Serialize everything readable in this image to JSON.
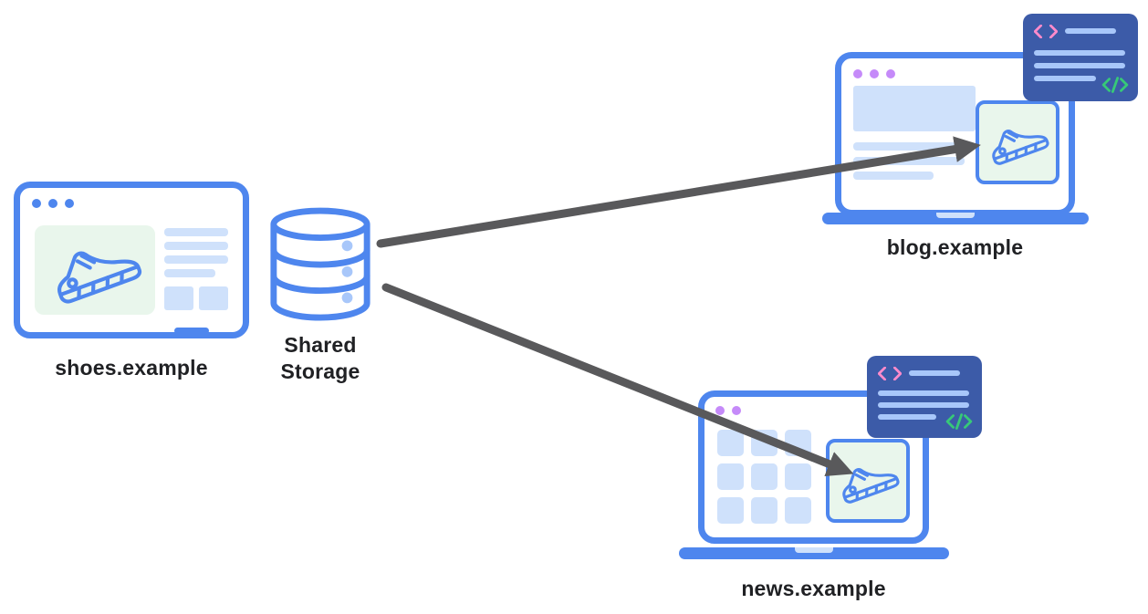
{
  "diagram": {
    "title": "Shared Storage cross-site diagram",
    "colors": {
      "canvas": "#FFFFFF",
      "blue": "#4E86EE",
      "light_blue": "#CFE1FB",
      "pale_dot": "#A8C7FA",
      "green_bg": "#E9F6EC",
      "purple": "#C58AF9",
      "arrow": "#59595B",
      "card_bg": "#3C5BA8",
      "card_line": "#A8C7FA",
      "pink": "#FF8BCB",
      "code_green": "#37C978",
      "label": "#202124"
    },
    "nodes": {
      "shoes_site": {
        "label": "shoes.example"
      },
      "shared_storage": {
        "label_line1": "Shared",
        "label_line2": "Storage"
      },
      "blog_site": {
        "label": "blog.example"
      },
      "news_site": {
        "label": "news.example"
      }
    },
    "edges": [
      {
        "from": "Shared Storage",
        "to": "blog.example"
      },
      {
        "from": "Shared Storage",
        "to": "news.example"
      }
    ],
    "icons": {
      "storage": "database-icon",
      "product": "sneaker-icon",
      "code_open": "code-open-tag-icon",
      "code_close": "code-close-tag-icon"
    }
  }
}
